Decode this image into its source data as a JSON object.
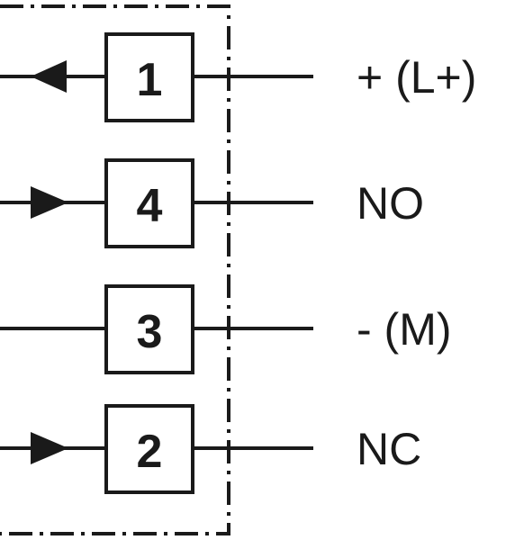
{
  "pins": [
    {
      "number": "1",
      "signal": "+ (L+)",
      "arrow": "out"
    },
    {
      "number": "4",
      "signal": "NO",
      "arrow": "in"
    },
    {
      "number": "3",
      "signal": "- (M)",
      "arrow": "none"
    },
    {
      "number": "2",
      "signal": "NC",
      "arrow": "in"
    }
  ],
  "colors": {
    "line": "#1a1a1a",
    "background": "#ffffff"
  }
}
